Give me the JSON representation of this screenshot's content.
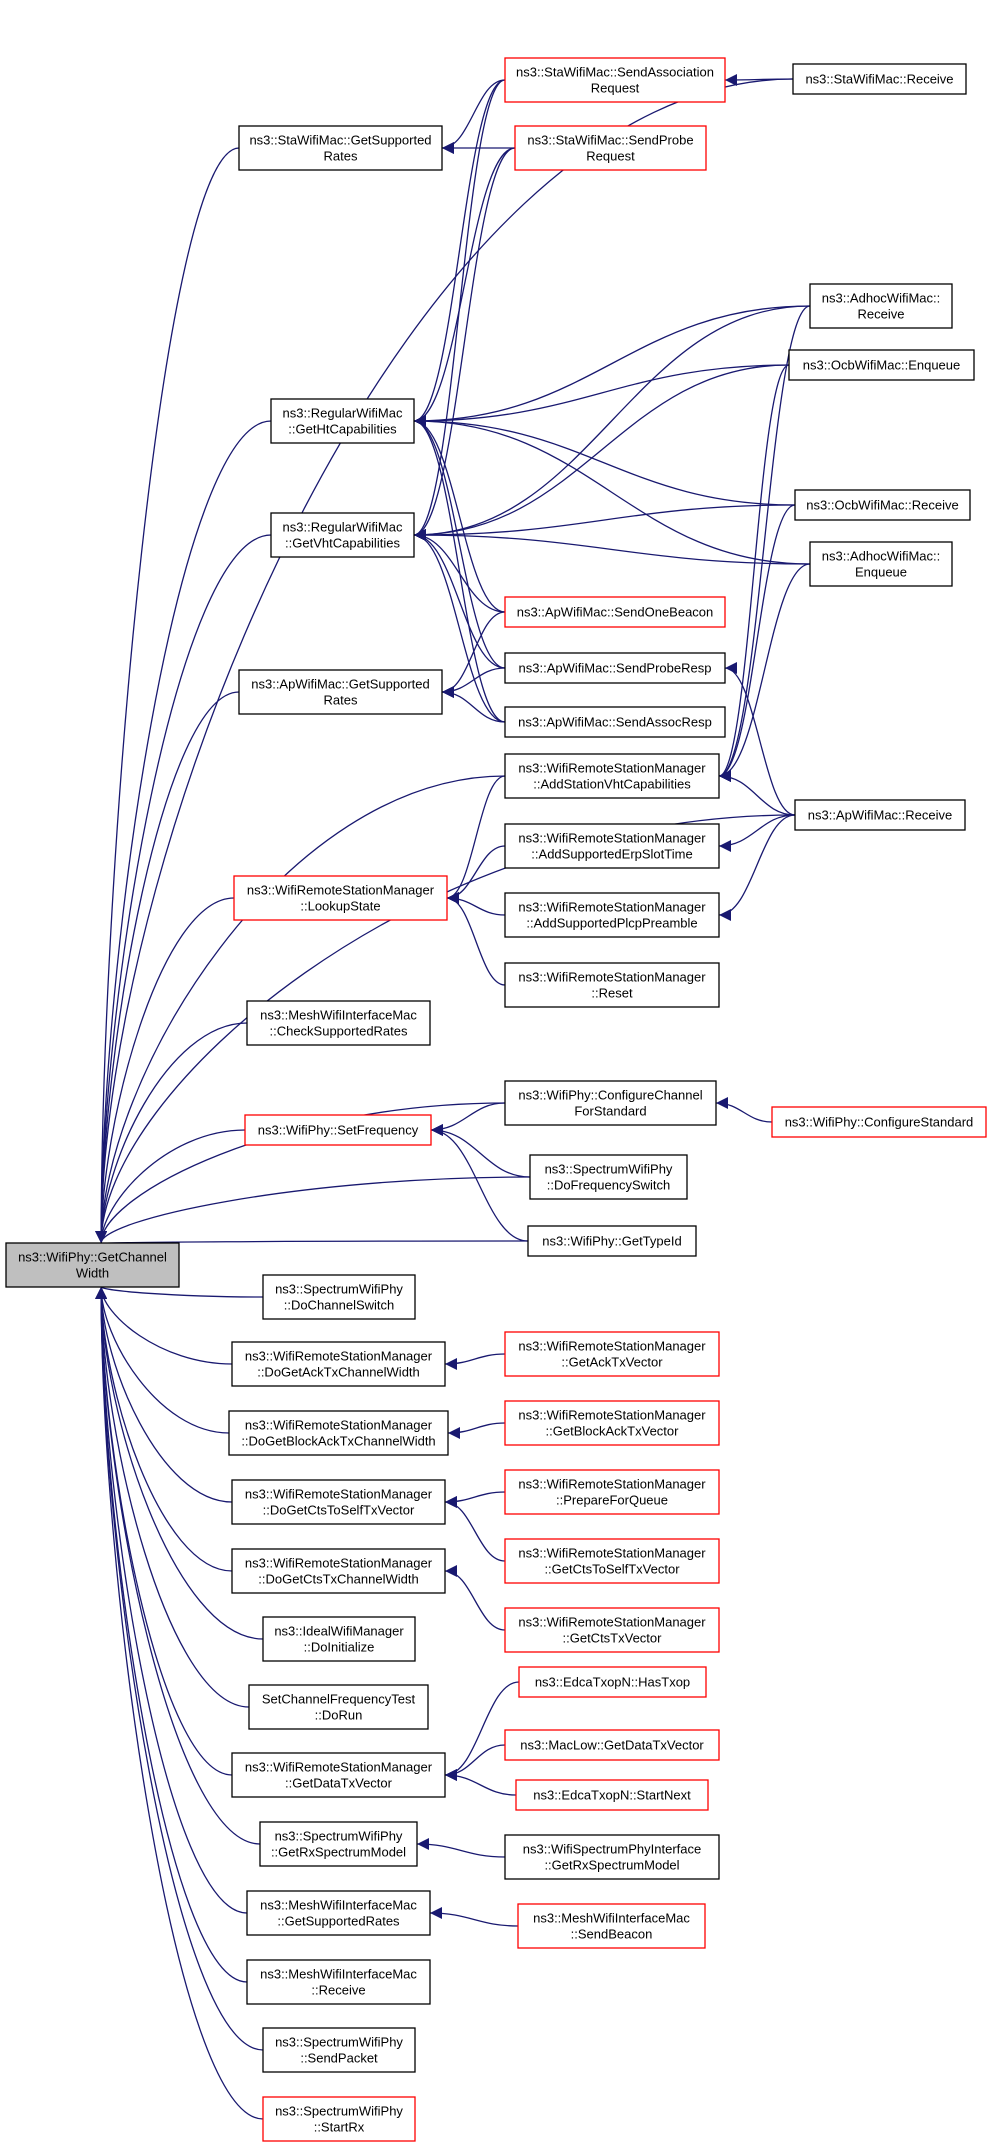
{
  "graph": {
    "nodes": [
      {
        "id": "root",
        "lines": [
          "ns3::WifiPhy::GetChannel",
          "Width"
        ],
        "red": false,
        "root": true
      },
      {
        "id": "staSupp",
        "lines": [
          "ns3::StaWifiMac::GetSupported",
          "Rates"
        ],
        "red": false
      },
      {
        "id": "staAssoc",
        "lines": [
          "ns3::StaWifiMac::SendAssociation",
          "Request"
        ],
        "red": true
      },
      {
        "id": "staProbe",
        "lines": [
          "ns3::StaWifiMac::SendProbe",
          "Request"
        ],
        "red": true
      },
      {
        "id": "staRecv",
        "lines": [
          "ns3::StaWifiMac::Receive"
        ],
        "red": false
      },
      {
        "id": "htCap",
        "lines": [
          "ns3::RegularWifiMac",
          "::GetHtCapabilities"
        ],
        "red": false
      },
      {
        "id": "vhtCap",
        "lines": [
          "ns3::RegularWifiMac",
          "::GetVhtCapabilities"
        ],
        "red": false
      },
      {
        "id": "adhocRecv",
        "lines": [
          "ns3::AdhocWifiMac::",
          "Receive"
        ],
        "red": false
      },
      {
        "id": "ocbEnq",
        "lines": [
          "ns3::OcbWifiMac::Enqueue"
        ],
        "red": false
      },
      {
        "id": "ocbRecv",
        "lines": [
          "ns3::OcbWifiMac::Receive"
        ],
        "red": false
      },
      {
        "id": "adhocEnq",
        "lines": [
          "ns3::AdhocWifiMac::",
          "Enqueue"
        ],
        "red": false
      },
      {
        "id": "apSupp",
        "lines": [
          "ns3::ApWifiMac::GetSupported",
          "Rates"
        ],
        "red": false
      },
      {
        "id": "apBeacon",
        "lines": [
          "ns3::ApWifiMac::SendOneBeacon"
        ],
        "red": true
      },
      {
        "id": "apProbe",
        "lines": [
          "ns3::ApWifiMac::SendProbeResp"
        ],
        "red": false
      },
      {
        "id": "apAssoc",
        "lines": [
          "ns3::ApWifiMac::SendAssocResp"
        ],
        "red": false
      },
      {
        "id": "addVht",
        "lines": [
          "ns3::WifiRemoteStationManager",
          "::AddStationVhtCapabilities"
        ],
        "red": false
      },
      {
        "id": "apRecv",
        "lines": [
          "ns3::ApWifiMac::Receive"
        ],
        "red": false
      },
      {
        "id": "lookup",
        "lines": [
          "ns3::WifiRemoteStationManager",
          "::LookupState"
        ],
        "red": true
      },
      {
        "id": "addErp",
        "lines": [
          "ns3::WifiRemoteStationManager",
          "::AddSupportedErpSlotTime"
        ],
        "red": false
      },
      {
        "id": "addPlcp",
        "lines": [
          "ns3::WifiRemoteStationManager",
          "::AddSupportedPlcpPreamble"
        ],
        "red": false
      },
      {
        "id": "reset",
        "lines": [
          "ns3::WifiRemoteStationManager",
          "::Reset"
        ],
        "red": false
      },
      {
        "id": "meshCheck",
        "lines": [
          "ns3::MeshWifiInterfaceMac",
          "::CheckSupportedRates"
        ],
        "red": false
      },
      {
        "id": "setFreq",
        "lines": [
          "ns3::WifiPhy::SetFrequency"
        ],
        "red": true
      },
      {
        "id": "cfgChan",
        "lines": [
          "ns3::WifiPhy::ConfigureChannel",
          "ForStandard"
        ],
        "red": false
      },
      {
        "id": "cfgStd",
        "lines": [
          "ns3::WifiPhy::ConfigureStandard"
        ],
        "red": true
      },
      {
        "id": "doFreq",
        "lines": [
          "ns3::SpectrumWifiPhy",
          "::DoFrequencySwitch"
        ],
        "red": false
      },
      {
        "id": "typeId",
        "lines": [
          "ns3::WifiPhy::GetTypeId"
        ],
        "red": false
      },
      {
        "id": "doChan",
        "lines": [
          "ns3::SpectrumWifiPhy",
          "::DoChannelSwitch"
        ],
        "red": false
      },
      {
        "id": "ackW",
        "lines": [
          "ns3::WifiRemoteStationManager",
          "::DoGetAckTxChannelWidth"
        ],
        "red": false
      },
      {
        "id": "getAck",
        "lines": [
          "ns3::WifiRemoteStationManager",
          "::GetAckTxVector"
        ],
        "red": true
      },
      {
        "id": "baW",
        "lines": [
          "ns3::WifiRemoteStationManager",
          "::DoGetBlockAckTxChannelWidth"
        ],
        "red": false
      },
      {
        "id": "getBa",
        "lines": [
          "ns3::WifiRemoteStationManager",
          "::GetBlockAckTxVector"
        ],
        "red": true
      },
      {
        "id": "ctsSelf",
        "lines": [
          "ns3::WifiRemoteStationManager",
          "::DoGetCtsToSelfTxVector"
        ],
        "red": false
      },
      {
        "id": "prepQ",
        "lines": [
          "ns3::WifiRemoteStationManager",
          "::PrepareForQueue"
        ],
        "red": true
      },
      {
        "id": "getCtsSelf",
        "lines": [
          "ns3::WifiRemoteStationManager",
          "::GetCtsToSelfTxVector"
        ],
        "red": true
      },
      {
        "id": "ctsW",
        "lines": [
          "ns3::WifiRemoteStationManager",
          "::DoGetCtsTxChannelWidth"
        ],
        "red": false
      },
      {
        "id": "getCts",
        "lines": [
          "ns3::WifiRemoteStationManager",
          "::GetCtsTxVector"
        ],
        "red": true
      },
      {
        "id": "ideal",
        "lines": [
          "ns3::IdealWifiManager",
          "::DoInitialize"
        ],
        "red": false
      },
      {
        "id": "sfTest",
        "lines": [
          "SetChannelFrequencyTest",
          "::DoRun"
        ],
        "red": false
      },
      {
        "id": "dataTx",
        "lines": [
          "ns3::WifiRemoteStationManager",
          "::GetDataTxVector"
        ],
        "red": false
      },
      {
        "id": "hasTxop",
        "lines": [
          "ns3::EdcaTxopN::HasTxop"
        ],
        "red": true
      },
      {
        "id": "macLow",
        "lines": [
          "ns3::MacLow::GetDataTxVector"
        ],
        "red": true
      },
      {
        "id": "startNext",
        "lines": [
          "ns3::EdcaTxopN::StartNext"
        ],
        "red": true
      },
      {
        "id": "rxModel",
        "lines": [
          "ns3::SpectrumWifiPhy",
          "::GetRxSpectrumModel"
        ],
        "red": false
      },
      {
        "id": "wspRx",
        "lines": [
          "ns3::WifiSpectrumPhyInterface",
          "::GetRxSpectrumModel"
        ],
        "red": false
      },
      {
        "id": "meshSupp",
        "lines": [
          "ns3::MeshWifiInterfaceMac",
          "::GetSupportedRates"
        ],
        "red": false
      },
      {
        "id": "meshBeacon",
        "lines": [
          "ns3::MeshWifiInterfaceMac",
          "::SendBeacon"
        ],
        "red": true
      },
      {
        "id": "meshRecv",
        "lines": [
          "ns3::MeshWifiInterfaceMac",
          "::Receive"
        ],
        "red": false
      },
      {
        "id": "sendPkt",
        "lines": [
          "ns3::SpectrumWifiPhy",
          "::SendPacket"
        ],
        "red": false
      },
      {
        "id": "startRx",
        "lines": [
          "ns3::SpectrumWifiPhy",
          "::StartRx"
        ],
        "red": true
      }
    ],
    "edges": [
      [
        "staRecv",
        "staAssoc"
      ],
      [
        "staAssoc",
        "staSupp"
      ],
      [
        "staProbe",
        "staSupp"
      ],
      [
        "staAssoc",
        "htCap"
      ],
      [
        "staProbe",
        "htCap"
      ],
      [
        "adhocRecv",
        "htCap"
      ],
      [
        "ocbEnq",
        "htCap"
      ],
      [
        "ocbRecv",
        "htCap"
      ],
      [
        "adhocEnq",
        "htCap"
      ],
      [
        "apBeacon",
        "htCap"
      ],
      [
        "apProbe",
        "htCap"
      ],
      [
        "apAssoc",
        "htCap"
      ],
      [
        "staAssoc",
        "vhtCap"
      ],
      [
        "staProbe",
        "vhtCap"
      ],
      [
        "adhocRecv",
        "vhtCap"
      ],
      [
        "ocbEnq",
        "vhtCap"
      ],
      [
        "ocbRecv",
        "vhtCap"
      ],
      [
        "adhocEnq",
        "vhtCap"
      ],
      [
        "apBeacon",
        "vhtCap"
      ],
      [
        "apProbe",
        "vhtCap"
      ],
      [
        "apAssoc",
        "vhtCap"
      ],
      [
        "apBeacon",
        "apSupp"
      ],
      [
        "apProbe",
        "apSupp"
      ],
      [
        "apAssoc",
        "apSupp"
      ],
      [
        "apRecv",
        "apProbe"
      ],
      [
        "apRecv",
        "addVht"
      ],
      [
        "apRecv",
        "addErp"
      ],
      [
        "apRecv",
        "addPlcp"
      ],
      [
        "adhocRecv",
        "addVht"
      ],
      [
        "ocbEnq",
        "addVht"
      ],
      [
        "ocbRecv",
        "addVht"
      ],
      [
        "adhocEnq",
        "addVht"
      ],
      [
        "addVht",
        "lookup"
      ],
      [
        "addErp",
        "lookup"
      ],
      [
        "addPlcp",
        "lookup"
      ],
      [
        "reset",
        "lookup"
      ],
      [
        "cfgStd",
        "cfgChan"
      ],
      [
        "cfgChan",
        "setFreq"
      ],
      [
        "doFreq",
        "setFreq"
      ],
      [
        "typeId",
        "setFreq"
      ],
      [
        "getAck",
        "ackW"
      ],
      [
        "getBa",
        "baW"
      ],
      [
        "prepQ",
        "ctsSelf"
      ],
      [
        "getCtsSelf",
        "ctsSelf"
      ],
      [
        "getCts",
        "ctsW"
      ],
      [
        "hasTxop",
        "dataTx"
      ],
      [
        "macLow",
        "dataTx"
      ],
      [
        "startNext",
        "dataTx"
      ],
      [
        "wspRx",
        "rxModel"
      ],
      [
        "meshBeacon",
        "meshSupp"
      ],
      [
        "staRecv",
        "root"
      ],
      [
        "staSupp",
        "root"
      ],
      [
        "htCap",
        "root"
      ],
      [
        "vhtCap",
        "root"
      ],
      [
        "apSupp",
        "root"
      ],
      [
        "addVht",
        "root"
      ],
      [
        "lookup",
        "root"
      ],
      [
        "apRecv",
        "root"
      ],
      [
        "meshCheck",
        "root"
      ],
      [
        "cfgChan",
        "root"
      ],
      [
        "setFreq",
        "root"
      ],
      [
        "doFreq",
        "root"
      ],
      [
        "typeId",
        "root"
      ],
      [
        "doChan",
        "root"
      ],
      [
        "ackW",
        "root"
      ],
      [
        "baW",
        "root"
      ],
      [
        "ctsSelf",
        "root"
      ],
      [
        "ctsW",
        "root"
      ],
      [
        "ideal",
        "root"
      ],
      [
        "sfTest",
        "root"
      ],
      [
        "dataTx",
        "root"
      ],
      [
        "rxModel",
        "root"
      ],
      [
        "meshSupp",
        "root"
      ],
      [
        "meshRecv",
        "root"
      ],
      [
        "sendPkt",
        "root"
      ],
      [
        "startRx",
        "root"
      ]
    ]
  }
}
